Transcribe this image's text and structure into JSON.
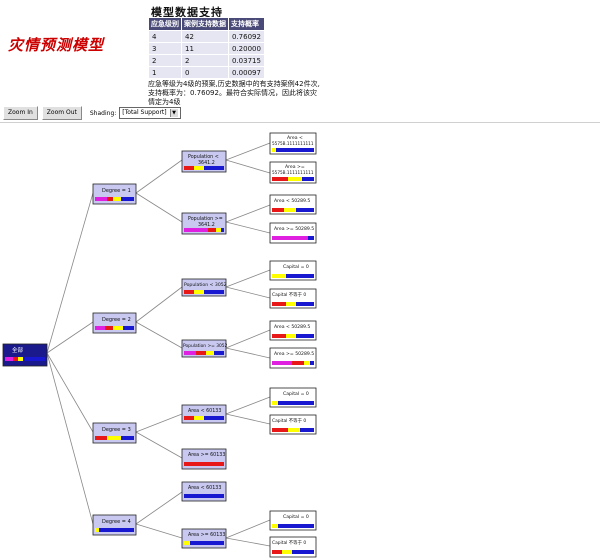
{
  "app": {
    "title": "灾情预测模型"
  },
  "support": {
    "title": "模型数据支持",
    "headers": [
      "应急级别",
      "案例支持数据",
      "支持概率"
    ],
    "rows": [
      [
        "4",
        "42",
        "0.76092"
      ],
      [
        "3",
        "11",
        "0.20000"
      ],
      [
        "2",
        "2",
        "0.03715"
      ],
      [
        "1",
        "0",
        "0.00097"
      ]
    ],
    "explanation": "应急等级为4级的预案,历史数据中的有支持案例42件次,支持概率为：0.76092。最符合实际情况，因此将该灾情定为4级"
  },
  "toolbar": {
    "zoom_in": "Zoom In",
    "zoom_out": "Zoom Out",
    "shading_label": "Shading:",
    "shading_value": "[Total Support]"
  },
  "colors": {
    "level1": "#1c2ccc",
    "level2": "#e81818",
    "level3": "#ffff00",
    "level4": "#1818d0",
    "magenta": "#e020e0",
    "node_fill": "#c8c8f0",
    "root_fill": "#1a1a8c",
    "line": "#888888"
  },
  "tree": {
    "root": {
      "label": "全部"
    },
    "degree1": {
      "label": "Degree = 1"
    },
    "degree2": {
      "label": "Degree = 2"
    },
    "degree3": {
      "label": "Degree = 3"
    },
    "degree4": {
      "label": "Degree = 4"
    },
    "d1_pop_lt": {
      "label": "Population <",
      "label2": "3641.2"
    },
    "d1_pop_ge": {
      "label": "Population >=",
      "label2": "3641.2"
    },
    "d1_area_lt": {
      "label": "Area <",
      "label2": "5575B.1111111111"
    },
    "d1_area_ge": {
      "label": "Area >=",
      "label2": "5575B.1111111111"
    },
    "d1b_area_lt": {
      "label": "Area < 50289.5"
    },
    "d1b_area_ge": {
      "label": "Area >= 50289.5"
    },
    "d2_pop_lt": {
      "label": "Population < 3052"
    },
    "d2_pop_ge": {
      "label": "Population >= 3052"
    },
    "d2_cap_eq": {
      "label": "Capital = 0"
    },
    "d2_cap_ne": {
      "label": "Capital 不等于 0"
    },
    "d2b_area_lt": {
      "label": "Area < 50289.5"
    },
    "d2b_area_ge": {
      "label": "Area >= 50289.5"
    },
    "d3_area_lt": {
      "label": "Area < 60133"
    },
    "d3_area_ge": {
      "label": "Area >= 60133"
    },
    "d3_cap_eq": {
      "label": "Capital = 0"
    },
    "d3_cap_ne": {
      "label": "Capital 不等于 0"
    },
    "d4_area_lt": {
      "label": "Area < 60133"
    },
    "d4_area_ge": {
      "label": "Area >= 60133"
    },
    "d4_cap_eq": {
      "label": "Capital = 0"
    },
    "d4_cap_ne": {
      "label": "Capital 不等于 0"
    }
  }
}
